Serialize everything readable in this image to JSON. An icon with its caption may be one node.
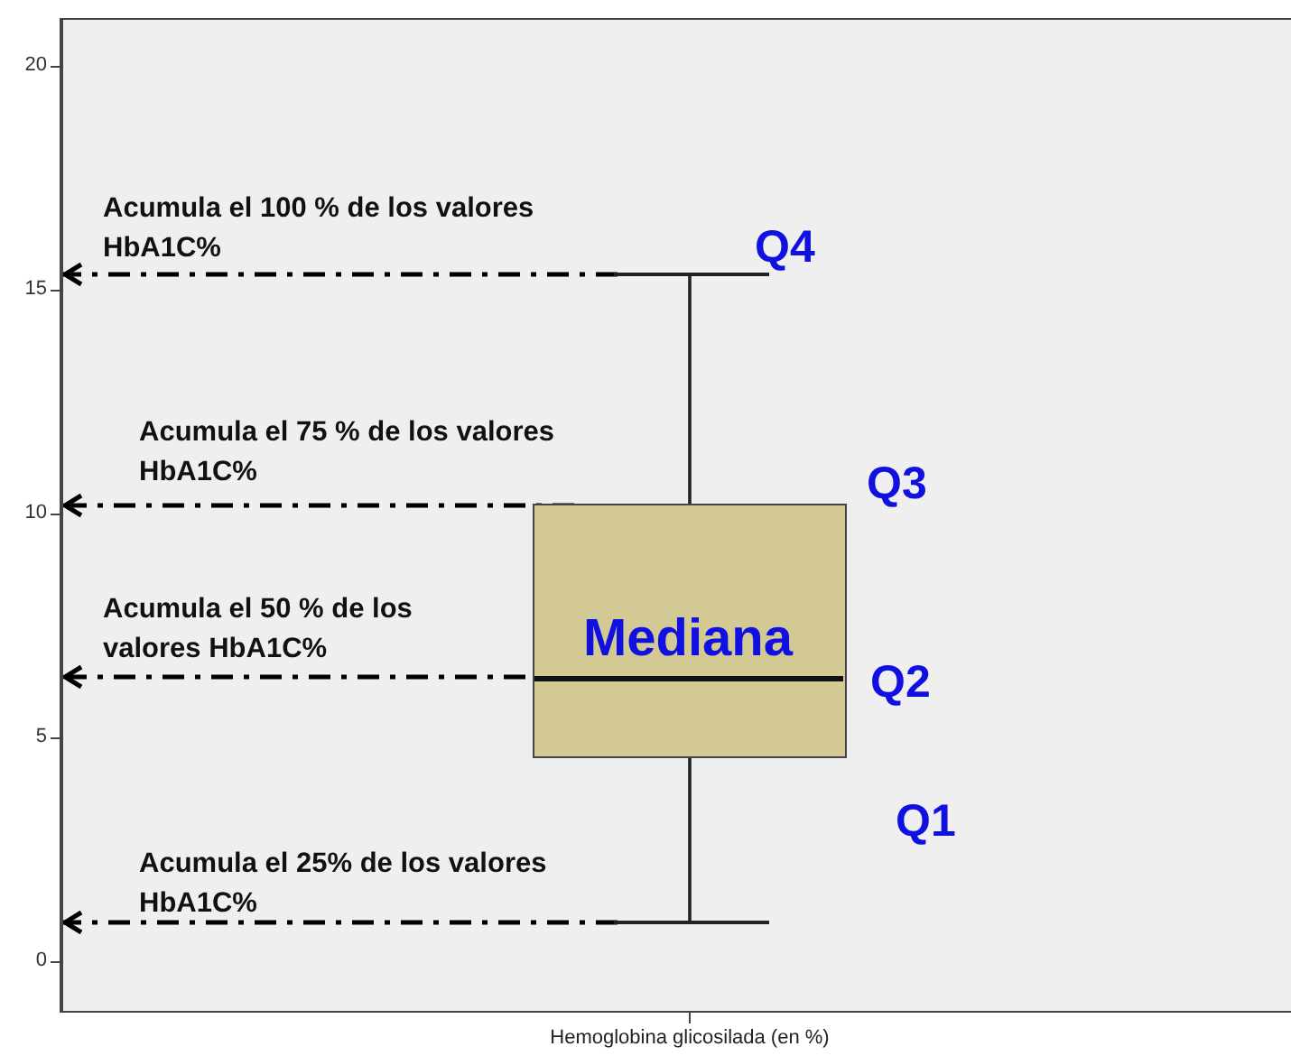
{
  "diagram": {
    "nodes": [
      {
        "text": [
          "Mediana"
        ]
      },
      {
        "text": [],
        "shape": "bar"
      },
      {
        "text": [],
        "shape": "bar"
      },
      {
        "text": [],
        "shape": "line"
      }
    ],
    "edges": [
      {
        "from": 0,
        "to": 1,
        "arrow": "none"
      },
      {
        "from": 0,
        "to": 2,
        "arrow": "none"
      },
      {
        "from": 1,
        "to": 3,
        "arrow": "to",
        "style": "dashed"
      },
      {
        "from": 0,
        "to": 3,
        "arrow": "to",
        "style": "dashed"
      },
      {
        "from": 0,
        "to": 3,
        "arrow": "to",
        "style": "dashed"
      },
      {
        "from": 2,
        "to": 3,
        "arrow": "to",
        "style": "dashed"
      }
    ],
    "labels": [
      "Acumula el 100 % de los valores HbA1C%",
      "Q4",
      "Acumula el 75 % de los valores HbA1C%",
      "Q3",
      "Acumula el 50 % de los valores HbA1C%",
      "Q2",
      "Q1",
      "Acumula el 25% de los valores HbA1C%",
      "20",
      "15",
      "10",
      "5",
      "0",
      "Hemoglobina glicosilada (en %)"
    ]
  }
}
